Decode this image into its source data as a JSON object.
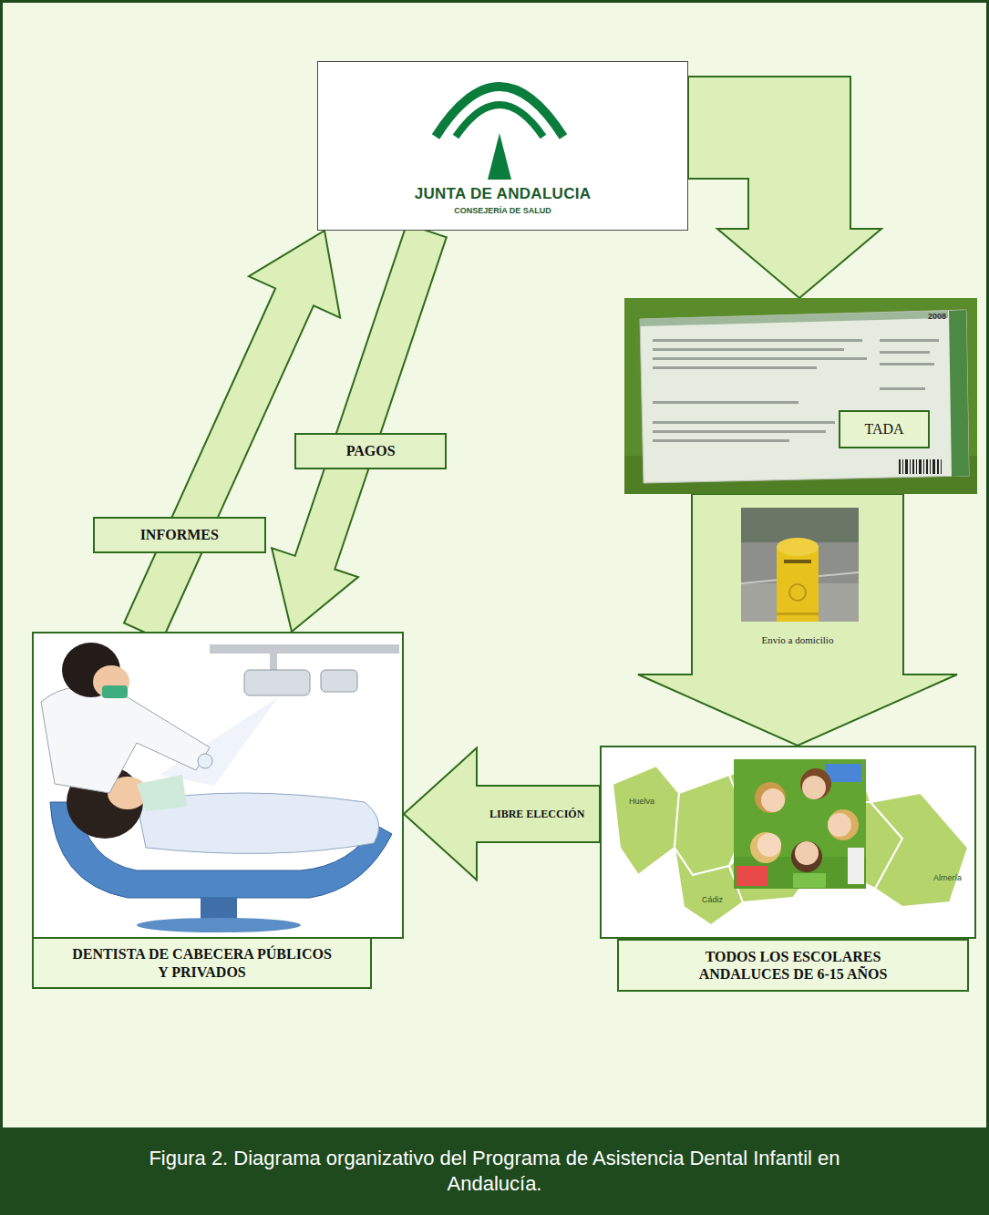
{
  "diagram": {
    "caption": "Figura 2. Diagrama organizativo del Programa de Asistencia Dental Infantil en Andalucía.",
    "nodes": [
      {
        "text": [
          "JUNTA DE ANDALUCIA",
          "CONSEJERÍA DE SALUD"
        ]
      },
      {
        "text": [
          "TADA"
        ]
      },
      {
        "text": [
          "DENTISTA DE CABECERA PÚBLICOS Y PRIVADOS"
        ]
      },
      {
        "text": [
          "TODOS LOS ESCOLARES ANDALUCES DE 6-15 AÑOS"
        ]
      }
    ],
    "edges": [
      {
        "from": 0,
        "to": 1,
        "arrow": "to"
      },
      {
        "from": 1,
        "to": 3,
        "label": "Envío a domicilio",
        "arrow": "to"
      },
      {
        "from": 3,
        "to": 2,
        "label": "LIBRE ELECCIÓN",
        "arrow": "to"
      },
      {
        "from": 2,
        "to": 0,
        "label": "INFORMES",
        "arrow": "to"
      },
      {
        "from": 0,
        "to": 2,
        "label": "PAGOS",
        "arrow": "to"
      }
    ],
    "labels": [
      "2008",
      "Huelva",
      "Cádiz",
      "Almería"
    ]
  }
}
